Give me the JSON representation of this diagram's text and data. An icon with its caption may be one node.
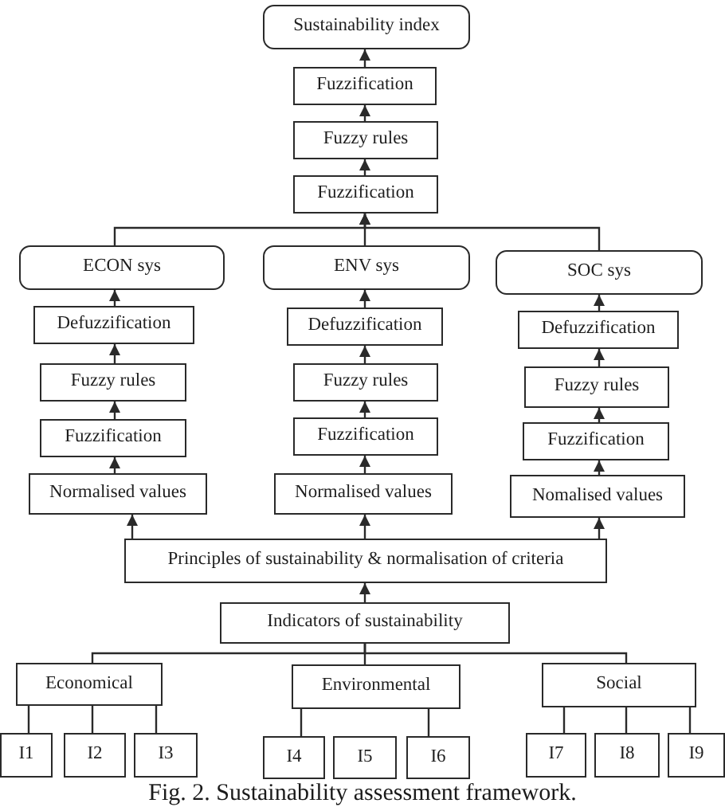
{
  "diagram": {
    "caption": "Fig. 2. Sustainability assessment framework.",
    "nodes": [
      {
        "text": [
          "Sustainability index"
        ]
      },
      {
        "text": [
          "Fuzzification"
        ]
      },
      {
        "text": [
          "Fuzzy rules"
        ]
      },
      {
        "text": [
          "Fuzzification"
        ]
      },
      {
        "text": [
          "ECON sys"
        ]
      },
      {
        "text": [
          "ENV sys"
        ]
      },
      {
        "text": [
          "SOC sys"
        ]
      },
      {
        "text": [
          "Defuzzification"
        ]
      },
      {
        "text": [
          "Fuzzy rules"
        ]
      },
      {
        "text": [
          "Fuzzification"
        ]
      },
      {
        "text": [
          "Normalised values"
        ]
      },
      {
        "text": [
          "Defuzzification"
        ]
      },
      {
        "text": [
          "Fuzzy rules"
        ]
      },
      {
        "text": [
          "Fuzzification"
        ]
      },
      {
        "text": [
          "Normalised values"
        ]
      },
      {
        "text": [
          "Defuzzification"
        ]
      },
      {
        "text": [
          "Fuzzy rules"
        ]
      },
      {
        "text": [
          "Fuzzification"
        ]
      },
      {
        "text": [
          "Nomalised values"
        ]
      },
      {
        "text": [
          "Principles of sustainability & normalisation of criteria"
        ]
      },
      {
        "text": [
          "Indicators of sustainability"
        ]
      },
      {
        "text": [
          "Economical"
        ]
      },
      {
        "text": [
          "Environmental"
        ]
      },
      {
        "text": [
          "Social"
        ]
      },
      {
        "text": [
          "I1"
        ]
      },
      {
        "text": [
          "I2"
        ]
      },
      {
        "text": [
          "I3"
        ]
      },
      {
        "text": [
          "I4"
        ]
      },
      {
        "text": [
          "I5"
        ]
      },
      {
        "text": [
          "I6"
        ]
      },
      {
        "text": [
          "I7"
        ]
      },
      {
        "text": [
          "I8"
        ]
      },
      {
        "text": [
          "I9"
        ]
      }
    ],
    "edges": [
      {
        "from": 1,
        "to": 0,
        "arrow": "to"
      },
      {
        "from": 2,
        "to": 1,
        "arrow": "to"
      },
      {
        "from": 3,
        "to": 2,
        "arrow": "to"
      },
      {
        "from": 4,
        "to": 3,
        "arrow": "to"
      },
      {
        "from": 5,
        "to": 3,
        "arrow": "to"
      },
      {
        "from": 6,
        "to": 3,
        "arrow": "to"
      },
      {
        "from": 7,
        "to": 4,
        "arrow": "to"
      },
      {
        "from": 8,
        "to": 7,
        "arrow": "to"
      },
      {
        "from": 9,
        "to": 8,
        "arrow": "to"
      },
      {
        "from": 10,
        "to": 9,
        "arrow": "to"
      },
      {
        "from": 11,
        "to": 5,
        "arrow": "to"
      },
      {
        "from": 12,
        "to": 11,
        "arrow": "to"
      },
      {
        "from": 13,
        "to": 12,
        "arrow": "to"
      },
      {
        "from": 14,
        "to": 13,
        "arrow": "to"
      },
      {
        "from": 15,
        "to": 6,
        "arrow": "to"
      },
      {
        "from": 16,
        "to": 15,
        "arrow": "to"
      },
      {
        "from": 17,
        "to": 16,
        "arrow": "to"
      },
      {
        "from": 18,
        "to": 17,
        "arrow": "to"
      },
      {
        "from": 19,
        "to": 10,
        "arrow": "to"
      },
      {
        "from": 19,
        "to": 14,
        "arrow": "to"
      },
      {
        "from": 19,
        "to": 18,
        "arrow": "to"
      },
      {
        "from": 20,
        "to": 19,
        "arrow": "to"
      },
      {
        "from": 20,
        "to": 21,
        "arrow": "none"
      },
      {
        "from": 20,
        "to": 22,
        "arrow": "none"
      },
      {
        "from": 20,
        "to": 23,
        "arrow": "none"
      },
      {
        "from": 21,
        "to": 24,
        "arrow": "none"
      },
      {
        "from": 21,
        "to": 25,
        "arrow": "none"
      },
      {
        "from": 21,
        "to": 26,
        "arrow": "none"
      },
      {
        "from": 22,
        "to": 27,
        "arrow": "none"
      },
      {
        "from": 22,
        "to": 29,
        "arrow": "none"
      },
      {
        "from": 23,
        "to": 30,
        "arrow": "none"
      },
      {
        "from": 23,
        "to": 31,
        "arrow": "none"
      },
      {
        "from": 23,
        "to": 32,
        "arrow": "none"
      }
    ]
  }
}
